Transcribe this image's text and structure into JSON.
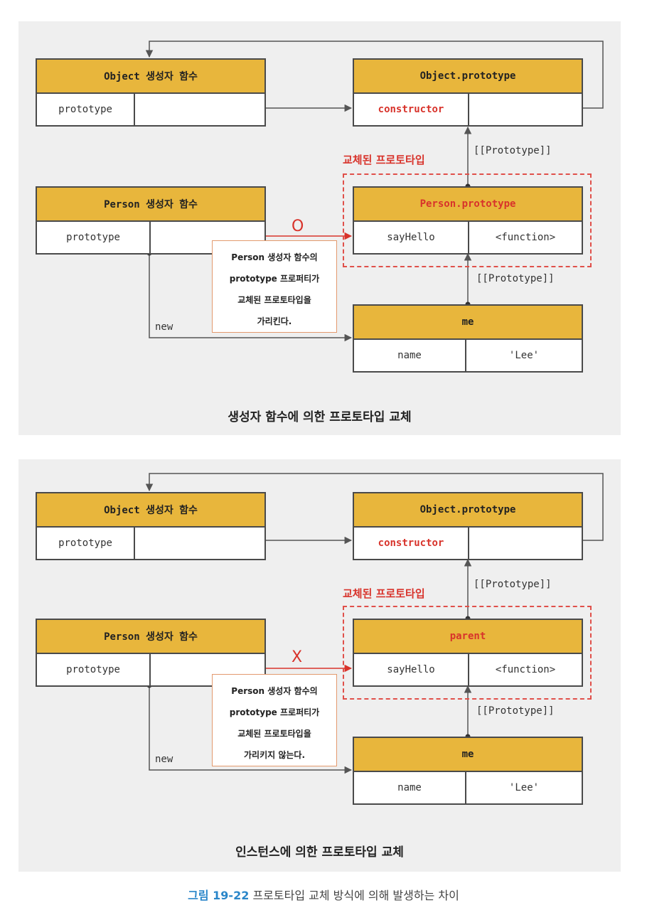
{
  "panels": [
    {
      "object_ctor": {
        "title": "Object 생성자 함수",
        "key": "prototype"
      },
      "object_proto": {
        "title": "Object.prototype",
        "key": "constructor"
      },
      "replaced_label": "교체된 프로토타입",
      "proto_link_1": "[[Prototype]]",
      "person_ctor": {
        "title": "Person 생성자 함수",
        "key": "prototype"
      },
      "new_proto": {
        "title": "Person.prototype",
        "key": "sayHello",
        "value": "<function>"
      },
      "mark": "O",
      "note": [
        "Person 생성자 함수의",
        "prototype 프로퍼티가",
        "교체된 프로토타입을",
        "가리킨다."
      ],
      "proto_link_2": "[[Prototype]]",
      "new_label": "new",
      "instance": {
        "title": "me",
        "key": "name",
        "value": "'Lee'"
      },
      "title": "생성자 함수에 의한 프로토타입 교체"
    },
    {
      "object_ctor": {
        "title": "Object 생성자 함수",
        "key": "prototype"
      },
      "object_proto": {
        "title": "Object.prototype",
        "key": "constructor"
      },
      "replaced_label": "교체된 프로토타입",
      "proto_link_1": "[[Prototype]]",
      "person_ctor": {
        "title": "Person 생성자 함수",
        "key": "prototype"
      },
      "new_proto": {
        "title": "parent",
        "key": "sayHello",
        "value": "<function>"
      },
      "mark": "X",
      "note": [
        "Person 생성자 함수의",
        "prototype 프로퍼티가",
        "교체된 프로토타입을",
        "가리키지 않는다."
      ],
      "proto_link_2": "[[Prototype]]",
      "new_label": "new",
      "instance": {
        "title": "me",
        "key": "name",
        "value": "'Lee'"
      },
      "title": "인스턴스에 의한 프로토타입 교체"
    }
  ],
  "caption": {
    "number": "그림 19-22",
    "text": "프로토타입 교체 방식에 의해 발생하는 차이"
  },
  "colors": {
    "header": "#e8b63c",
    "accent_red": "#d8332b",
    "panel_bg": "#efefef"
  }
}
